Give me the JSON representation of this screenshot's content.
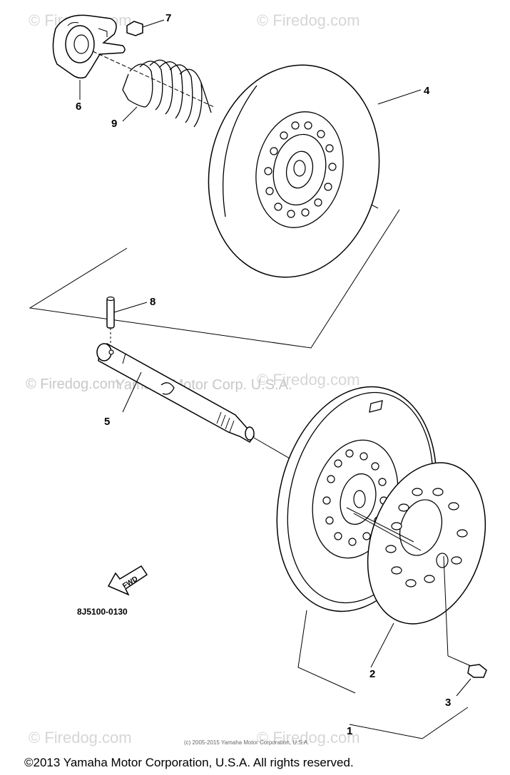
{
  "watermarks": {
    "site": "© Firedog.com",
    "site_mid": "© Firedog.com",
    "brand": "Yamaha Motor Corp. U.S.A."
  },
  "callouts": [
    "1",
    "2",
    "3",
    "4",
    "5",
    "6",
    "7",
    "8",
    "9"
  ],
  "part_code": "8J5100-0130",
  "fwd_label": "FWD",
  "small_notice": "(c) 2005-2015 Yamaha Motor Corporation, U.S.A.",
  "copyright": "©2013 Yamaha Motor Corporation, U.S.A. All rights reserved."
}
